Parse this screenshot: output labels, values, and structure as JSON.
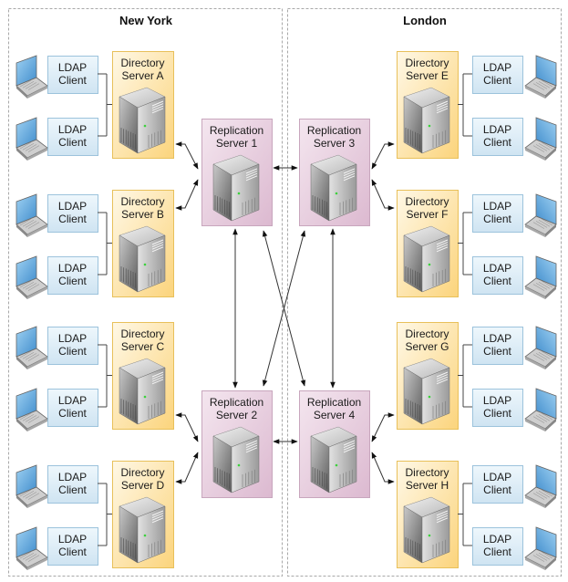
{
  "regions": [
    {
      "id": "ny",
      "title": "New York"
    },
    {
      "id": "ldn",
      "title": "London"
    }
  ],
  "client_label": [
    "LDAP",
    "Client"
  ],
  "directory_servers": [
    {
      "id": "A",
      "line1": "Directory",
      "line2": "Server A",
      "region": "ny"
    },
    {
      "id": "B",
      "line1": "Directory",
      "line2": "Server  B",
      "region": "ny"
    },
    {
      "id": "C",
      "line1": "Directory",
      "line2": "Server C",
      "region": "ny"
    },
    {
      "id": "D",
      "line1": "Directory",
      "line2": "Server D",
      "region": "ny"
    },
    {
      "id": "E",
      "line1": "Directory",
      "line2": "Server E",
      "region": "ldn"
    },
    {
      "id": "F",
      "line1": "Directory",
      "line2": "Server F",
      "region": "ldn"
    },
    {
      "id": "G",
      "line1": "Directory",
      "line2": "Server G",
      "region": "ldn"
    },
    {
      "id": "H",
      "line1": "Directory",
      "line2": "Server H",
      "region": "ldn"
    }
  ],
  "replication_servers": [
    {
      "id": "1",
      "line1": "Replication",
      "line2": "Server 1",
      "region": "ny"
    },
    {
      "id": "2",
      "line1": "Replication",
      "line2": "Server 2",
      "region": "ny"
    },
    {
      "id": "3",
      "line1": "Replication",
      "line2": "Server 3",
      "region": "ldn"
    },
    {
      "id": "4",
      "line1": "Replication",
      "line2": "Server 4",
      "region": "ldn"
    }
  ],
  "connections": [
    {
      "from": "A",
      "to": "1"
    },
    {
      "from": "B",
      "to": "1"
    },
    {
      "from": "C",
      "to": "2"
    },
    {
      "from": "D",
      "to": "2"
    },
    {
      "from": "E",
      "to": "3"
    },
    {
      "from": "F",
      "to": "3"
    },
    {
      "from": "G",
      "to": "4"
    },
    {
      "from": "H",
      "to": "4"
    },
    {
      "from": "1",
      "to": "3"
    },
    {
      "from": "2",
      "to": "4"
    },
    {
      "from": "1",
      "to": "2"
    },
    {
      "from": "3",
      "to": "4"
    },
    {
      "from": "1",
      "to": "4"
    },
    {
      "from": "3",
      "to": "2"
    }
  ],
  "colors": {
    "directory_fill_top": "#fff6dc",
    "directory_fill_bottom": "#fbd988",
    "directory_stroke": "#e8c05a",
    "replication_fill": "#e8cfe0",
    "replication_stroke": "#c8a6bd",
    "client_fill": "#ddeef8",
    "client_stroke": "#9cc3dc",
    "region_border": "#a8a8a8"
  }
}
